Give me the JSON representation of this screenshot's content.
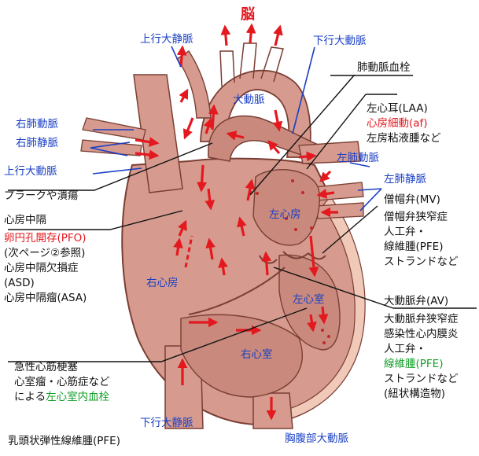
{
  "brain": "脳",
  "superior_vena_cava": "上行大静脈",
  "descending_aorta_top": "下行大動脈",
  "aorta": "大動脈",
  "pulmonary_embolism": "肺動脈血栓",
  "right_pulmonary_artery": "右肺動脈",
  "right_pulmonary_vein": "右肺静脈",
  "ascending_aorta": "上行大動脈",
  "plaque": "プラークや潰瘍",
  "left_atrial_appendage": {
    "line1": "左心耳(LAA)",
    "line2": "心房細動(af)",
    "line3": "左房粘液腫など"
  },
  "left_pulmonary_artery": "左肺動脈",
  "left_pulmonary_vein": "左肺静脈",
  "mitral_valve": {
    "title": "僧帽弁(MV)",
    "lines": [
      "僧帽弁狭窄症",
      "人工弁・",
      "線維腫(PFE)",
      "ストランドなど"
    ]
  },
  "left_atrium": "左心房",
  "right_atrium": "右心房",
  "left_ventricle": "左心室",
  "right_ventricle": "右心室",
  "septum": {
    "title": "心房中隔",
    "pfo": "卵円孔開存(PFO)",
    "ref": "(次ページ②参照)",
    "asd1": "心房中隔欠損症",
    "asd2": "(ASD)",
    "asa": "心房中隔瘤(ASA)"
  },
  "aortic_valve": {
    "title": "大動脈弁(AV)",
    "line1": "大動脈弁狭窄症",
    "line2": "感染性心内膜炎",
    "line3": "人工弁・",
    "line4": "線維腫(PFE)",
    "line5": "ストランドなど",
    "line6": "(紐状構造物)"
  },
  "mi": {
    "line1": "急性心筋梗塞",
    "line2": "心室瘤・心筋症など",
    "line3_prefix": "による",
    "line3_highlight": "左心室内血栓"
  },
  "inferior_vena_cava": "下行大静脈",
  "abdominal_aorta": "胸腹部大動脈",
  "footnote": "乳頭状弾性線維腫(PFE)",
  "colors": {
    "tissue": "#d69b8e",
    "tissue_dark": "#a35e51",
    "tissue_light": "#f0c9b8",
    "arrow": "#e4181f",
    "blue_label": "#1a3fc4",
    "green": "#14a02a"
  }
}
